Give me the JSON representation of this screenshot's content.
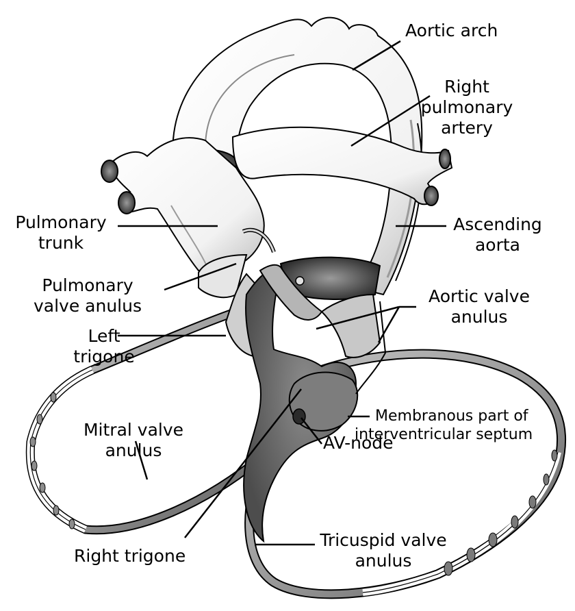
{
  "labels": {
    "aortic_arch": "Aortic arch",
    "right_pulmonary_artery": [
      "Right",
      "pulmonary",
      "artery"
    ],
    "pulmonary_trunk": [
      "Pulmonary",
      "trunk"
    ],
    "ascending_aorta": [
      "Ascending",
      "aorta"
    ],
    "pulmonary_valve_anulus": [
      "Pulmonary",
      "valve anulus"
    ],
    "aortic_valve_anulus": [
      "Aortic valve",
      "anulus"
    ],
    "left_trigone": [
      "Left",
      "trigone"
    ],
    "mitral_valve_anulus": [
      "Mitral valve",
      "anulus"
    ],
    "membranous_septum": [
      "Membranous part of",
      "interventricular septum"
    ],
    "av_node": "AV-node",
    "right_trigone": "Right trigone",
    "tricuspid_valve_anulus": [
      "Tricuspid valve",
      "anulus"
    ]
  },
  "colors": {
    "ink": "#000000",
    "vessel_fill": "#ffffff",
    "shade_light": "#d9d9d9",
    "shade_mid": "#a6a6a6",
    "shade_dark": "#5e5e5e"
  }
}
